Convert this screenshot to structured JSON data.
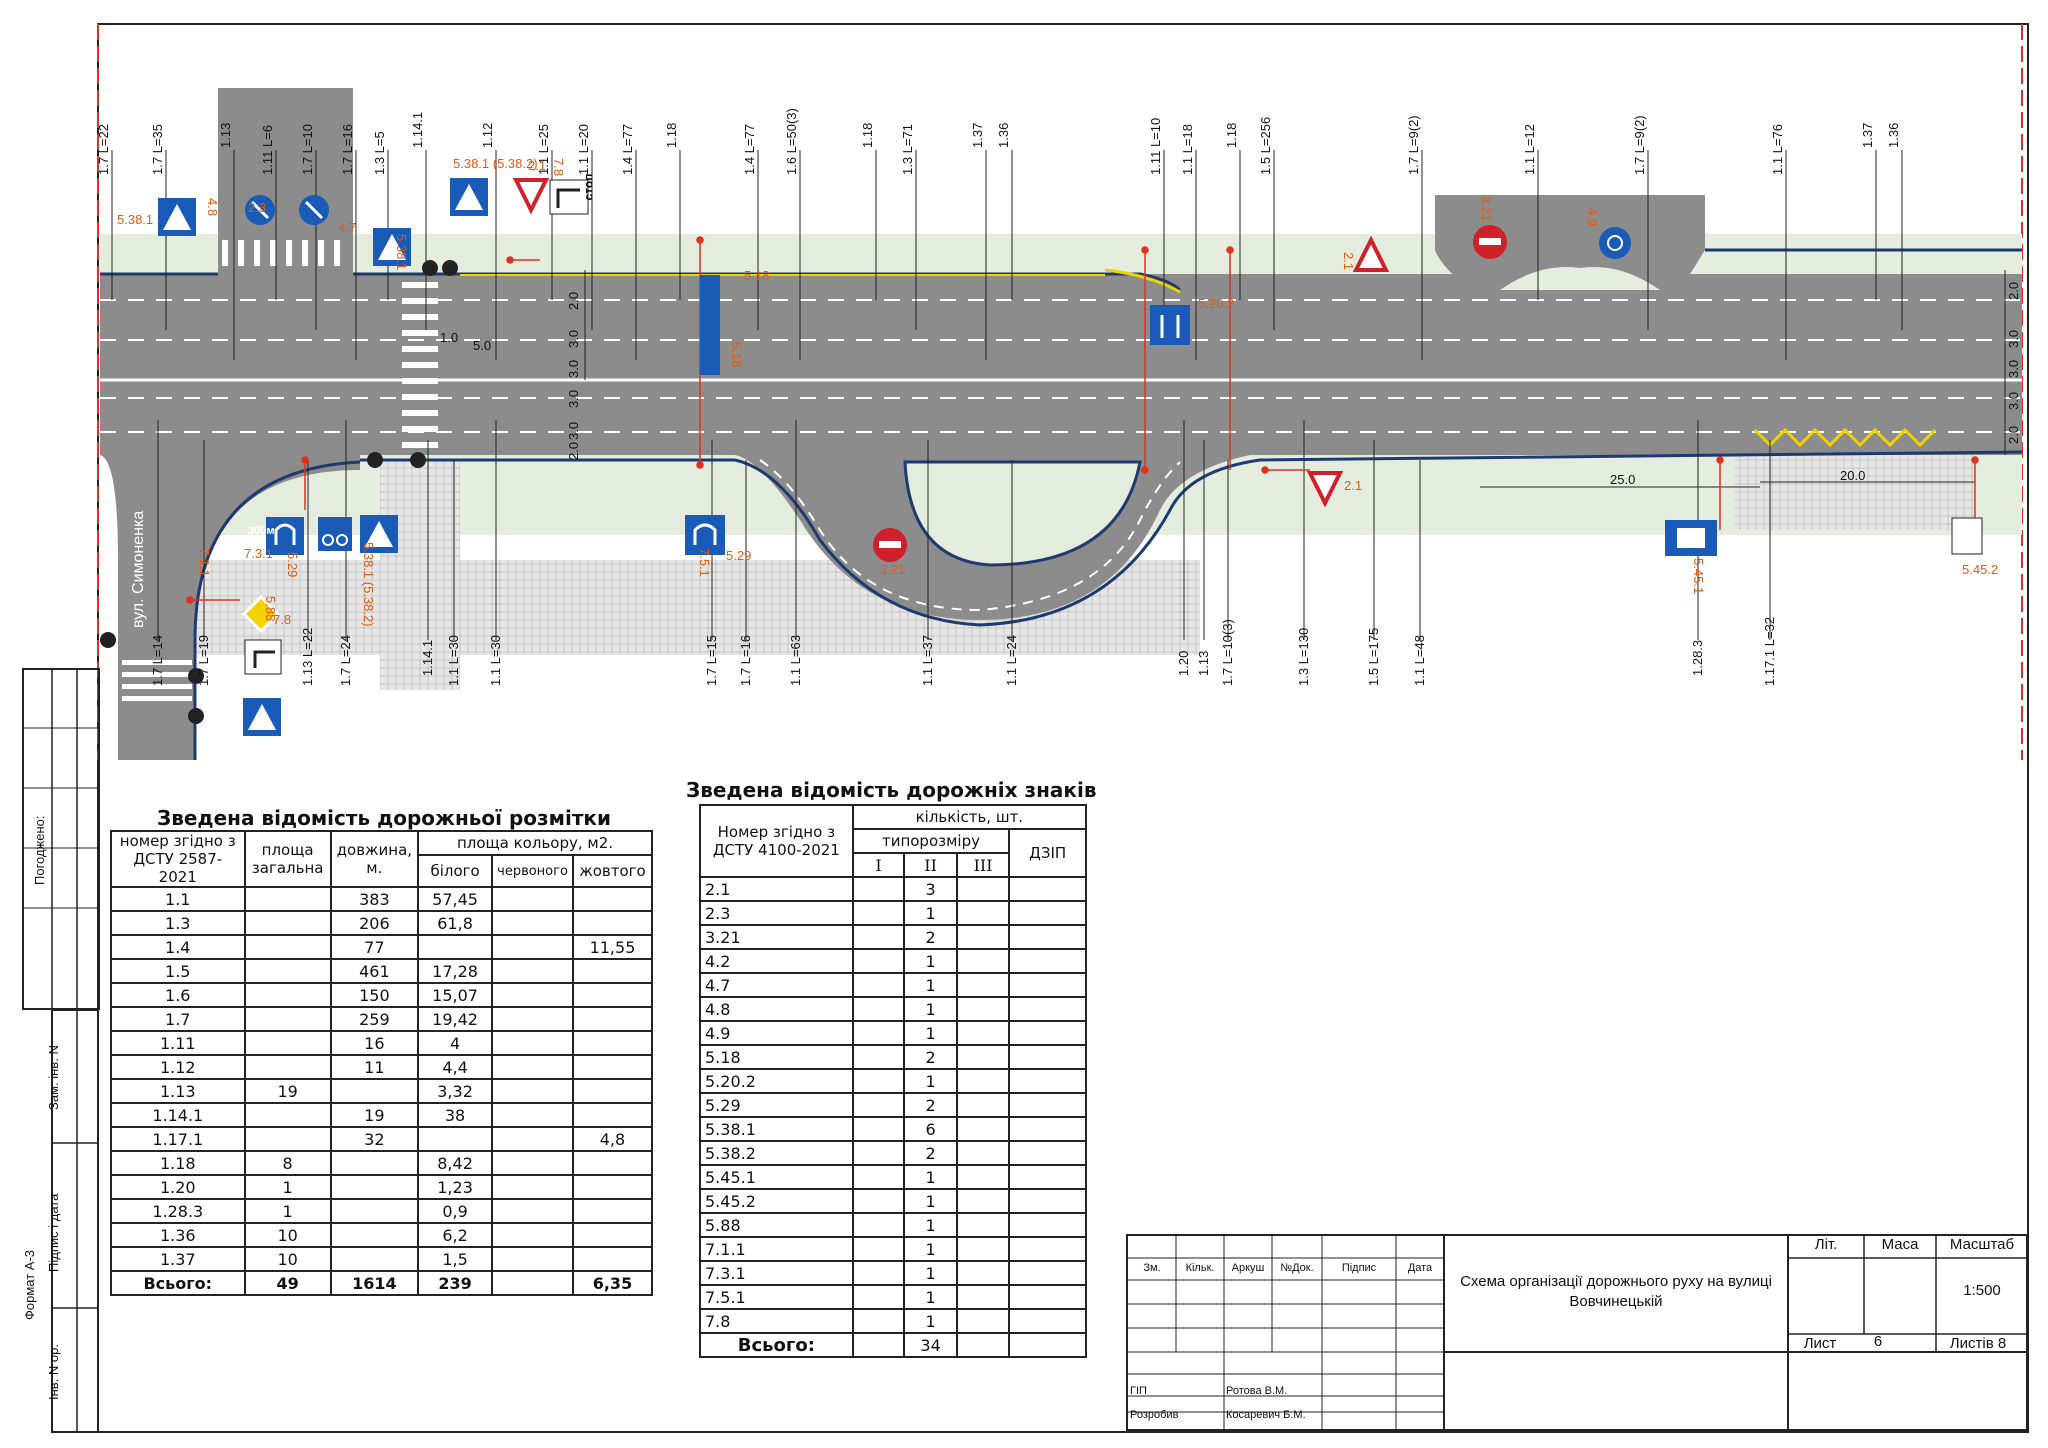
{
  "street_label": "вул. Симоненка",
  "road_signs_on_plan": [
    "5.38.1",
    "5.38.1",
    "5.38.1 (5.38.2)",
    "5.38.1 (5.38.2)",
    "2.1",
    "2.1",
    "2.1",
    "7.8",
    "7.8",
    "3.21",
    "3.21",
    "4.9",
    "4.7",
    "4.8",
    "5.18",
    "5.18",
    "5.20.2",
    "5.29",
    "5.29",
    "5.45.1",
    "5.45.2",
    "7.1.1",
    "7.3.1",
    "7.5.1",
    "2.3",
    "5.88"
  ],
  "dimension_labels": [
    "5.0",
    "1.0",
    "2.0",
    "3.0",
    "3.0",
    "3.0",
    "3.0",
    "2.0",
    "25.0",
    "20.0",
    "2.0",
    "3.0",
    "3.0",
    "3.0",
    "2.0"
  ],
  "sign_text": {
    "stop": "стоп",
    "dist300": "300м"
  },
  "top_callouts": [
    {
      "mark": "1.7",
      "len": "L=22"
    },
    {
      "mark": "1.7",
      "len": "L=35"
    },
    {
      "mark": "1.13",
      "len": ""
    },
    {
      "mark": "1.11",
      "len": "L=6"
    },
    {
      "mark": "1.7",
      "len": "L=10"
    },
    {
      "mark": "1.7",
      "len": "L=16"
    },
    {
      "mark": "1.3",
      "len": "L=5"
    },
    {
      "mark": "1.14.1",
      "len": ""
    },
    {
      "mark": "1.12",
      "len": ""
    },
    {
      "mark": "1.1",
      "len": "L=25"
    },
    {
      "mark": "1.1",
      "len": "L=20"
    },
    {
      "mark": "1.4",
      "len": "L=77"
    },
    {
      "mark": "1.18",
      "len": ""
    },
    {
      "mark": "1.4",
      "len": "L=77"
    },
    {
      "mark": "1.6",
      "len": "L=50(3)"
    },
    {
      "mark": "1.18",
      "len": ""
    },
    {
      "mark": "1.3",
      "len": "L=71"
    },
    {
      "mark": "1.37",
      "len": ""
    },
    {
      "mark": "1.36",
      "len": ""
    },
    {
      "mark": "1.11",
      "len": "L=10"
    },
    {
      "mark": "1.1",
      "len": "L=18"
    },
    {
      "mark": "1.18",
      "len": ""
    },
    {
      "mark": "1.5",
      "len": "L=256"
    },
    {
      "mark": "1.7",
      "len": "L=9(2)"
    },
    {
      "mark": "1.1",
      "len": "L=12"
    },
    {
      "mark": "1.7",
      "len": "L=9(2)"
    },
    {
      "mark": "1.1",
      "len": "L=76"
    },
    {
      "mark": "1.37",
      "len": ""
    },
    {
      "mark": "1.36",
      "len": ""
    }
  ],
  "bottom_callouts": [
    {
      "mark": "1.7",
      "len": "L=14"
    },
    {
      "mark": "1.7",
      "len": "L=19"
    },
    {
      "mark": "1.13",
      "len": "L=22"
    },
    {
      "mark": "1.7",
      "len": "L=24"
    },
    {
      "mark": "1.14.1",
      "len": ""
    },
    {
      "mark": "1.1",
      "len": "L=30"
    },
    {
      "mark": "1.1",
      "len": "L=30"
    },
    {
      "mark": "1.7",
      "len": "L=15"
    },
    {
      "mark": "1.7",
      "len": "L=16"
    },
    {
      "mark": "1.1",
      "len": "L=63"
    },
    {
      "mark": "1.1",
      "len": "L=37"
    },
    {
      "mark": "1.1",
      "len": "L=24"
    },
    {
      "mark": "1.20",
      "len": ""
    },
    {
      "mark": "1.13",
      "len": ""
    },
    {
      "mark": "1.7",
      "len": "L=10(3)"
    },
    {
      "mark": "1.3",
      "len": "L=130"
    },
    {
      "mark": "1.5",
      "len": "L=175"
    },
    {
      "mark": "1.1",
      "len": "L=48"
    },
    {
      "mark": "1.28.3",
      "len": ""
    },
    {
      "mark": "1.17.1",
      "len": "L=32"
    }
  ],
  "markings_table": {
    "title": "Зведена відомість дорожньої розмітки",
    "headers": {
      "num": "номер згідно з ДСТУ 2587-2021",
      "area": "площа загальна",
      "length": "довжина, м.",
      "color_area": "площа кольору, м2.",
      "white": "білого",
      "red": "червоного",
      "yellow": "жовтого"
    },
    "rows": [
      [
        "1.1",
        "",
        "383",
        "57,45",
        "",
        ""
      ],
      [
        "1.3",
        "",
        "206",
        "61,8",
        "",
        ""
      ],
      [
        "1.4",
        "",
        "77",
        "",
        "",
        "11,55"
      ],
      [
        "1.5",
        "",
        "461",
        "17,28",
        "",
        ""
      ],
      [
        "1.6",
        "",
        "150",
        "15,07",
        "",
        ""
      ],
      [
        "1.7",
        "",
        "259",
        "19,42",
        "",
        ""
      ],
      [
        "1.11",
        "",
        "16",
        "4",
        "",
        ""
      ],
      [
        "1.12",
        "",
        "11",
        "4,4",
        "",
        ""
      ],
      [
        "1.13",
        "19",
        "",
        "3,32",
        "",
        ""
      ],
      [
        "1.14.1",
        "",
        "19",
        "38",
        "",
        ""
      ],
      [
        "1.17.1",
        "",
        "32",
        "",
        "",
        "4,8"
      ],
      [
        "1.18",
        "8",
        "",
        "8,42",
        "",
        ""
      ],
      [
        "1.20",
        "1",
        "",
        "1,23",
        "",
        ""
      ],
      [
        "1.28.3",
        "1",
        "",
        "0,9",
        "",
        ""
      ],
      [
        "1.36",
        "10",
        "",
        "6,2",
        "",
        ""
      ],
      [
        "1.37",
        "10",
        "",
        "1,5",
        "",
        ""
      ]
    ],
    "total": [
      "Всього:",
      "49",
      "1614",
      "239",
      "",
      "6,35"
    ]
  },
  "signs_table": {
    "title": "Зведена відомість дорожніх знаків",
    "headers": {
      "num": "Номер згідно з ДСТУ 4100-2021",
      "qty": "кількість, шт.",
      "size": "типорозміру",
      "s1": "I",
      "s2": "II",
      "s3": "III",
      "dzip": "ДЗІП"
    },
    "rows": [
      [
        "2.1",
        "",
        "3",
        "",
        ""
      ],
      [
        "2.3",
        "",
        "1",
        "",
        ""
      ],
      [
        "3.21",
        "",
        "2",
        "",
        ""
      ],
      [
        "4.2",
        "",
        "1",
        "",
        ""
      ],
      [
        "4.7",
        "",
        "1",
        "",
        ""
      ],
      [
        "4.8",
        "",
        "1",
        "",
        ""
      ],
      [
        "4.9",
        "",
        "1",
        "",
        ""
      ],
      [
        "5.18",
        "",
        "2",
        "",
        ""
      ],
      [
        "5.20.2",
        "",
        "1",
        "",
        ""
      ],
      [
        "5.29",
        "",
        "2",
        "",
        ""
      ],
      [
        "5.38.1",
        "",
        "6",
        "",
        ""
      ],
      [
        "5.38.2",
        "",
        "2",
        "",
        ""
      ],
      [
        "5.45.1",
        "",
        "1",
        "",
        ""
      ],
      [
        "5.45.2",
        "",
        "1",
        "",
        ""
      ],
      [
        "5.88",
        "",
        "1",
        "",
        ""
      ],
      [
        "7.1.1",
        "",
        "1",
        "",
        ""
      ],
      [
        "7.3.1",
        "",
        "1",
        "",
        ""
      ],
      [
        "7.5.1",
        "",
        "1",
        "",
        ""
      ],
      [
        "7.8",
        "",
        "1",
        "",
        ""
      ]
    ],
    "total": [
      "Всього:",
      "",
      "34",
      "",
      ""
    ]
  },
  "title_block": {
    "cols": [
      "Зм.",
      "Кільк.",
      "Аркуш",
      "№Док.",
      "Підпис",
      "Дата"
    ],
    "gip_label": "ГІП",
    "gip_name": "Ротова В.М.",
    "dev_label": "Розробив",
    "dev_name": "Косаревич Б.М.",
    "title": "Схема організації дорожнього руху на вулиці Вовчинецькій",
    "lit": "Літ.",
    "mass": "Маса",
    "scale_label": "Масштаб",
    "scale": "1:500",
    "sheet_label": "Лист",
    "sheet_num": "6",
    "sheets_label": "Листів 8"
  },
  "side_labels": {
    "agreed": "Погоджено:",
    "replace_inv": "Зам. інв. N",
    "sign_date": "Підпис і дата",
    "inv_orig": "Інв. N ор.",
    "format": "Формат А-3"
  }
}
